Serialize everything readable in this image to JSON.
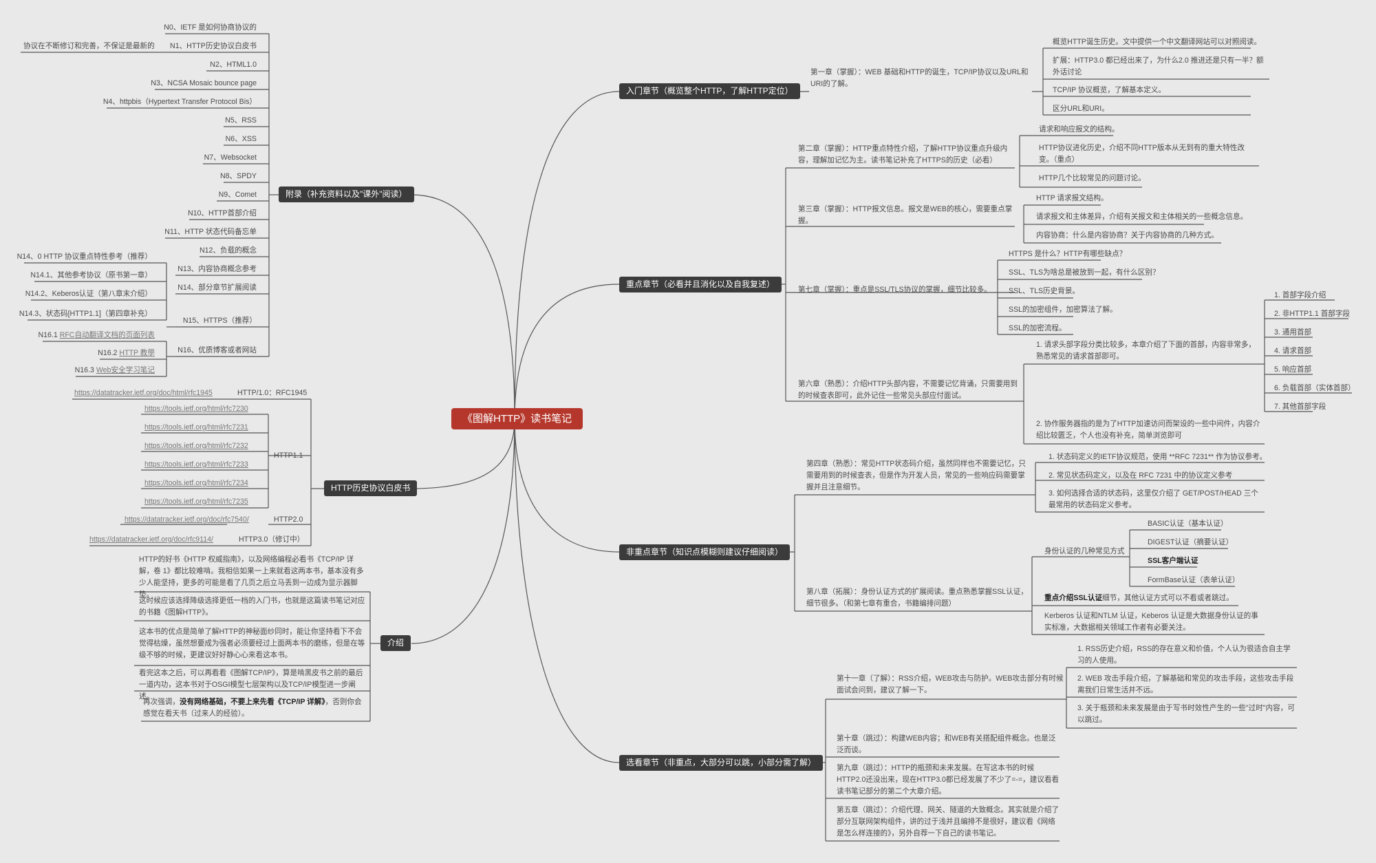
{
  "root": "《图解HTTP》读书笔记",
  "intro_chapter": {
    "title": "入门章节（概览整个HTTP，了解HTTP定位）",
    "ch1": "第一章（掌握）：WEB 基础和HTTP的诞生，TCP/IP协议以及URL和URI的了解。",
    "items": [
      "概览HTTP诞生历史。文中提供一个中文翻译网站可以对照阅读。",
      "扩展：HTTP3.0 都已经出来了，为什么2.0 推进还是只有一半？额外话讨论",
      "TCP/IP 协议概览，了解基本定义。",
      "区分URL和URI。"
    ]
  },
  "key_chapter": {
    "title": "重点章节（必看并且消化以及自我复述）",
    "ch2": "第二章（掌握）：HTTP重点特性介绍，了解HTTP协议重点升级内容，理解加记忆为主。读书笔记补充了HTTPS的历史（必看）",
    "ch2_items": [
      "请求和响应报文的结构。",
      "HTTP协议进化历史，介绍不同HTTP版本从无到有的重大特性改变。（重点）",
      "HTTP几个比较常见的问题讨论。"
    ],
    "ch3": "第三章（掌握）：HTTP报文信息。报文是WEB的核心，需要重点掌握。",
    "ch3_items": [
      "HTTP 请求报文结构。",
      "请求报文和主体差异，介绍有关报文和主体相关的一些概念信息。",
      "内容协商：什么是内容协商？关于内容协商的几种方式。"
    ],
    "ch7": "第七章（掌握）：重点是SSL/TLS协议的掌握，细节比较多。",
    "ch7_items": [
      "HTTPS 是什么？HTTP有哪些缺点？",
      "SSL、TLS为啥总是被放到一起，有什么区别？",
      "SSL、TLS历史背景。",
      "SSL的加密组件，加密算法了解。",
      "SSL的加密流程。"
    ],
    "ch6": "第六章（熟悉）：介绍HTTP头部内容，不需要记忆背诵，只需要用到的时候查表即可，此外记住一些常见头部应付面试。",
    "ch6_a": "1. 请求头部字段分类比较多，本章介绍了下面的首部，内容非常多，熟悉常见的请求首部即可。",
    "ch6_a_items": [
      "1. 首部字段介绍",
      "2. 非HTTP1.1 首部字段",
      "3. 通用首部",
      "4. 请求首部",
      "5. 响应首部",
      "6. 负载首部（实体首部）",
      "7. 其他首部字段"
    ],
    "ch6_b": "2. 协作服务器指的是为了HTTP加速访问而架设的一些中间件，内容介绍比较匮乏，个人也没有补充，简单浏览即可"
  },
  "nonkey_chapter": {
    "title": "非重点章节（知识点模糊则建议仔细阅读）",
    "ch4": "第四章（熟悉）：常见HTTP状态码介绍，虽然同样也不需要记忆，只需要用到的时候查表，但是作为开发人员，常见的一些响应码需要掌握并且注意细节。",
    "ch4_items": [
      "1. 状态码定义的IETF协议规范，使用 **RFC 7231** 作为协议参考。",
      "2. 常见状态码定义，以及在 RFC 7231 中的协议定义参考",
      "3. 如何选择合适的状态码，这里仅介绍了 GET/POST/HEAD 三个最常用的状态码定义参考。"
    ],
    "ch8": "第八章（拓展）：身份认证方式的扩展阅读。重点熟悉掌握SSL认证，细节很多。（和第七章有重合，书籍编排问题）",
    "auth": "身份认证的几种常见方式",
    "auth_items": [
      "BASIC认证（基本认证）",
      "DIGEST认证（摘要认证）",
      "SSL客户端认证",
      "FormBase认证（表单认证）"
    ],
    "ssl_bold": "重点介绍SSL认证",
    "ssl_rest": "细节，其他认证方式可以不看或者跳过。",
    "kerberos": "Kerberos 认证和NTLM 认证，Keberos 认证是大数据身份认证的事实标准，大数据相关领域工作者有必要关注。"
  },
  "optional_chapter": {
    "title": "选看章节（非重点，大部分可以跳，小部分需了解）",
    "ch11": "第十一章（了解）：RSS介绍，WEB攻击与防护。WEB攻击部分有时候面试会问到，建议了解一下。",
    "ch11_items": [
      "1. RSS历史介绍，RSS的存在意义和价值，个人认为很适合自主学习的人使用。",
      "2. WEB 攻击手段介绍，了解基础和常见的攻击手段，这些攻击手段离我们日常生活并不远。",
      "3. 关于瓶颈和未来发展是由于写书时效性产生的一些\"过时\"内容，可以跳过。"
    ],
    "ch10": "第十章（跳过）：构建WEB内容；和WEB有关搭配组件概念。也是泛泛而谈。",
    "ch9": "第九章（跳过）：HTTP的瓶颈和未来发展。在写这本书的时候HTTP2.0还没出来，现在HTTP3.0都已经发展了不少了=-=，建议看看读书笔记部分的第二个大章介绍。",
    "ch5": "第五章（跳过）：介绍代理、网关、隧道的大致概念。其实就是介绍了部分互联网架构组件，讲的过于浅并且编排不是很好，建议看《网络是怎么样连接的》，另外自荐一下自己的读书笔记。"
  },
  "appendix": {
    "title": "附录（补充资料以及\"课外\"阅读）",
    "items": [
      "N0、IETF 是如何协商协议的",
      "N1、HTTP历史协议白皮书",
      "N2、HTML1.0",
      "N3、NCSA Mosaic bounce page",
      "N4、httpbis（Hypertext Transfer Protocol Bis）",
      "N5、RSS",
      "N6、XSS",
      "N7、Websocket",
      "N8、SPDY",
      "N9、Comet",
      "N10、HTTP首部介绍",
      "N11、HTTP 状态代码备忘单",
      "N12、负载的概念",
      "N13、内容协商概念参考",
      "N14、部分章节扩展阅读",
      "N15、HTTPS（推荐）",
      "N16、优质博客或者网站"
    ],
    "n1_note": "协议在不断修订和完善，不保证是最新的",
    "n14_items": [
      "N14、0 HTTP 协议重点特性参考（推荐）",
      "N14.1、其他参考协议（原书第一章）",
      "N14.2、Keberos认证（第八章末介绍）",
      "N14.3、状态码[HTTP1.1]（第四章补充）"
    ],
    "n16_items": [
      {
        "prefix": "N16.1 ",
        "link": "RFC自动翻译文档的页面列表"
      },
      {
        "prefix": "N16.2 ",
        "link": "HTTP 教學"
      },
      {
        "prefix": "N16.3 ",
        "link": "Web安全学习笔记"
      }
    ]
  },
  "history": {
    "title": "HTTP历史协议白皮书",
    "http10": "HTTP/1.0：RFC1945",
    "http10_link": "https://datatracker.ietf.org/doc/html/rfc1945",
    "http11": "HTTP1.1",
    "http11_links": [
      "https://tools.ietf.org/html/rfc7230",
      "https://tools.ietf.org/html/rfc7231",
      "https://tools.ietf.org/html/rfc7232",
      "https://tools.ietf.org/html/rfc7233",
      "https://tools.ietf.org/html/rfc7234",
      "https://tools.ietf.org/html/rfc7235"
    ],
    "http20": "HTTP2.0",
    "http20_link": "https://datatracker.ietf.org/doc/rfc7540/",
    "http30": "HTTP3.0（修订中）",
    "http30_link": "https://datatracker.ietf.org/doc/rfc9114/"
  },
  "intro": {
    "title": "介绍",
    "p1": "HTTP的好书《HTTP 权威指南》，以及网络编程必看书《TCP/IP 详解，卷 1》都比较难啃。我相信如果一上来就看这两本书，基本没有多少人能坚持，更多的可能是看了几页之后立马丢到一边成为显示器脚垫。",
    "p2": "这时候应该选择降级选择更低一档的入门书，也就是这篇读书笔记对应的书籍《图解HTTP》。",
    "p3": "这本书的优点是简单了解HTTP的神秘面纱同时，能让你坚持看下不会觉得枯燥，虽然想要成为强者必须要经过上面两本书的磨练，但是在等级不够的时候，更建议好好静心心来看这本书。",
    "p4": "看完这本之后，可以再看看《图解TCP/IP》，算是啃黑皮书之前的最后一道内功，这本书对于OSGI模型七层架构以及TCP/IP模型进一步阐述。",
    "p5a": "再次强调，",
    "p5b": "没有网络基础，不要上来先看《TCP/IP 详解》",
    "p5c": "，否则你会感觉在看天书（过来人的经验）。"
  }
}
